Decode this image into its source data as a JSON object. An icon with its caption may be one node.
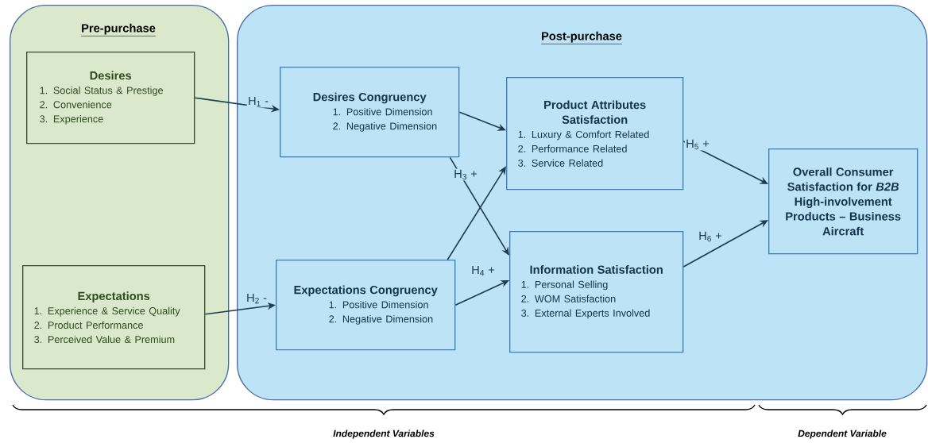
{
  "diagram": {
    "nodes": [
      {
        "text": [
          "Pre-purchase"
        ]
      },
      {
        "text": [
          "Desires",
          "1. Social Status & Prestige",
          "2. Convenience",
          "3. Experience"
        ],
        "in": 0
      },
      {
        "text": [
          "Expectations",
          "1. Experience & Service Quality",
          "2. Product Performance",
          "3. Perceived Value & Premium"
        ],
        "in": 0
      },
      {
        "text": [
          "Post-purchase"
        ]
      },
      {
        "text": [
          "Desires Congruency",
          "1. Positive Dimension",
          "2. Negative Dimension"
        ],
        "in": 3
      },
      {
        "text": [
          "Expectations Congruency",
          "1. Positive Dimension",
          "2. Negative Dimension"
        ],
        "in": 3
      },
      {
        "text": [
          "Product Attributes Satisfaction",
          "1. Luxury & Comfort Related",
          "2. Performance Related",
          "3. Service Related"
        ],
        "in": 3
      },
      {
        "text": [
          "Information Satisfaction",
          "1. Personal Selling",
          "2. WOM Satisfaction",
          "3. External Experts Involved"
        ],
        "in": 3
      },
      {
        "text": [
          "Overall Consumer Satisfaction for *B2B* High-involvement Products – Business Aircraft"
        ],
        "in": 3
      }
    ],
    "edges": [
      {
        "from": 1,
        "to": 4,
        "arrow": "to",
        "label": "H$_{1}$ -"
      },
      {
        "from": 2,
        "to": 5,
        "arrow": "to",
        "label": "H$_{2}$ -"
      },
      {
        "from": 4,
        "to": 6,
        "arrow": "to"
      },
      {
        "from": 4,
        "to": 7,
        "arrow": "to",
        "label": "H$_{3}$ +"
      },
      {
        "from": 5,
        "to": 6,
        "arrow": "to"
      },
      {
        "from": 5,
        "to": 7,
        "arrow": "to",
        "label": "H$_{4}$ +"
      },
      {
        "from": 6,
        "to": 8,
        "arrow": "to",
        "label": "H$_{5}$ +"
      },
      {
        "from": 7,
        "to": 8,
        "arrow": "to",
        "label": "H$_{6}$ +"
      }
    ],
    "labels": [
      "Independent Variables",
      "Dependent Variable"
    ]
  }
}
